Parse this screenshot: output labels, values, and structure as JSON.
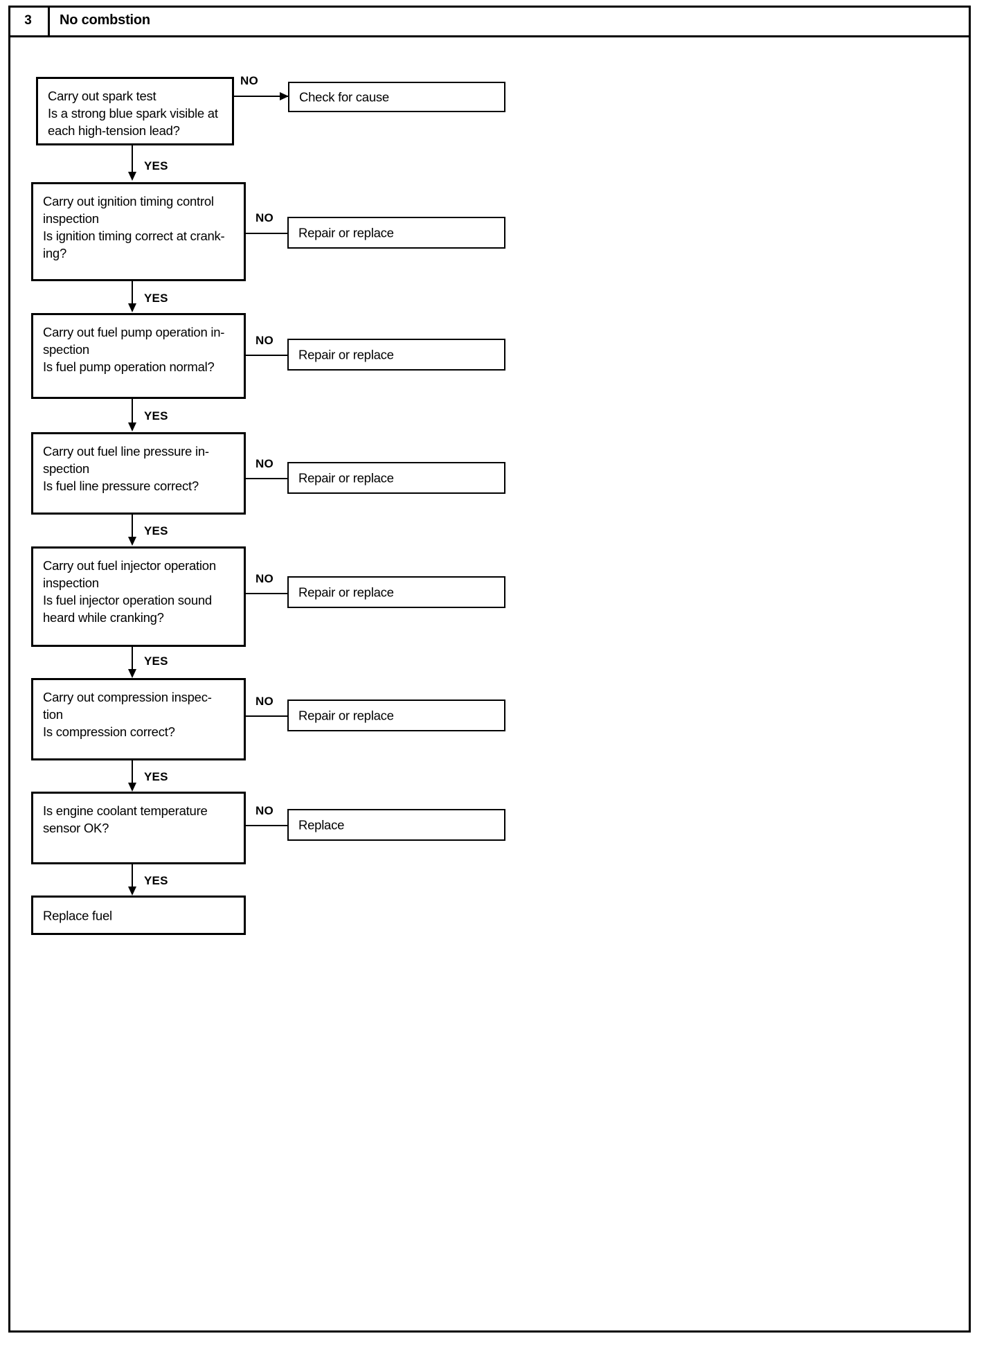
{
  "header": {
    "number": "3",
    "title": "No combstion"
  },
  "labels": {
    "yes": "YES",
    "no": "NO"
  },
  "steps": [
    {
      "id": "spark-test",
      "question": "Carry out spark test\nIs a strong blue spark visible at\neach high-tension lead?",
      "no_action": "Check for cause",
      "yes_label": "YES",
      "no_label": "NO"
    },
    {
      "id": "ignition-timing",
      "question": "Carry out ignition timing control\ninspection\nIs ignition timing correct at crank-\ning?",
      "no_action": "Repair or replace",
      "yes_label": "YES",
      "no_label": "NO"
    },
    {
      "id": "fuel-pump",
      "question": "Carry out fuel pump operation in-\nspection\nIs fuel pump operation normal?",
      "no_action": "Repair or replace",
      "yes_label": "YES",
      "no_label": "NO"
    },
    {
      "id": "fuel-line-pressure",
      "question": "Carry out fuel line pressure in-\nspection\nIs fuel line pressure correct?",
      "no_action": "Repair or replace",
      "yes_label": "YES",
      "no_label": "NO"
    },
    {
      "id": "fuel-injector",
      "question": "Carry out fuel injector operation\ninspection\nIs fuel injector operation sound\nheard while cranking?",
      "no_action": "Repair or replace",
      "yes_label": "YES",
      "no_label": "NO"
    },
    {
      "id": "compression",
      "question": "Carry out compression inspec-\ntion\nIs compression correct?",
      "no_action": "Repair or replace",
      "yes_label": "YES",
      "no_label": "NO"
    },
    {
      "id": "coolant-temp-sensor",
      "question": "Is engine coolant temperature\nsensor OK?",
      "no_action": "Replace",
      "yes_label": "YES",
      "no_label": "NO"
    }
  ],
  "terminal": {
    "id": "replace-fuel",
    "label": "Replace fuel"
  },
  "colors": {
    "ink": "#000000",
    "paper": "#ffffff"
  }
}
